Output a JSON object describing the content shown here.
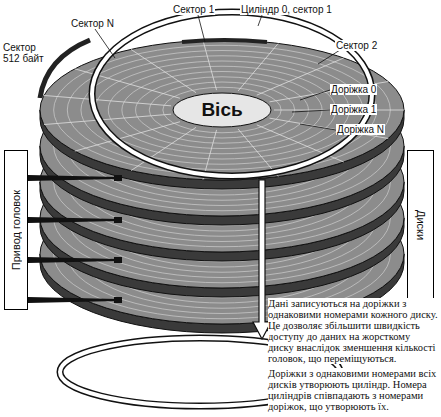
{
  "diagram": {
    "nodes": [
      {
        "text": [
          "Вісь"
        ]
      },
      {
        "text": [
          "Привод головок"
        ]
      },
      {
        "text": [
          "Диски"
        ]
      }
    ],
    "labels": [
      "Сектор 1",
      "Циліндр 0, сектор 1",
      "Сектор N",
      "Сектор 2",
      "Сектор 512 байт",
      "Доріжка 0",
      "Доріжка 1",
      "Доріжка N",
      "Дані записуються на доріжки з однаковими номерами кожного диску. Це дозволяє збільшити швидкість доступу до даних на жорсткому диску внаслідок зменшення кількості головок, що переміщуються.",
      "Доріжки з однаковими номерами всіх дисків утворюють циліндр. Номера циліндрів співпадають з номерами доріжок, що утворюють їх."
    ]
  }
}
